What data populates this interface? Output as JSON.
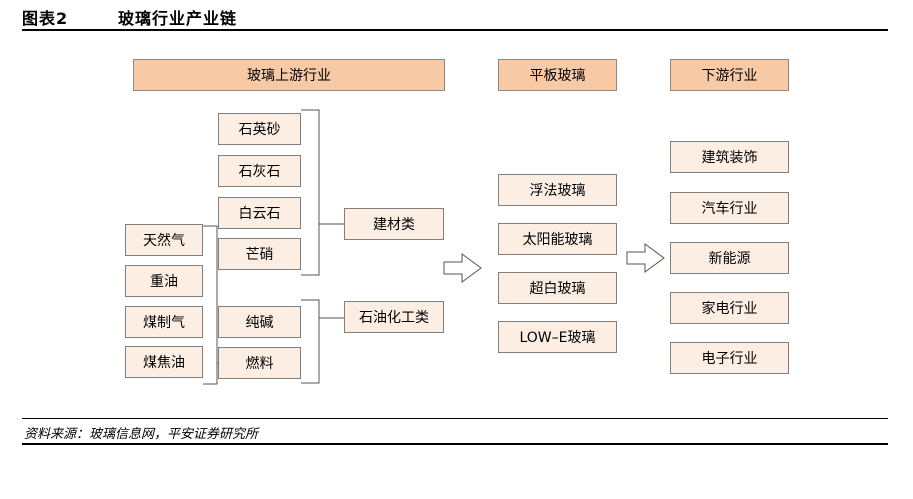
{
  "figure": {
    "label": "图表2",
    "title": "玻璃行业产业链",
    "source": "资料来源：玻璃信息网，平安证券研究所"
  },
  "headers": {
    "upstream": "玻璃上游行业",
    "flat_glass": "平板玻璃",
    "downstream": "下游行业"
  },
  "upstream": {
    "minerals": [
      "石英砂",
      "石灰石",
      "白云石",
      "芒硝"
    ],
    "fuels": [
      "天然气",
      "重油",
      "煤制气",
      "煤焦油"
    ],
    "chem_inputs": [
      "纯碱",
      "燃料"
    ],
    "categories": {
      "building_materials": "建材类",
      "petrochemical": "石油化工类"
    }
  },
  "flat_glass_types": [
    "浮法玻璃",
    "太阳能玻璃",
    "超白玻璃",
    "LOW–E玻璃"
  ],
  "downstream_industries": [
    "建筑装饰",
    "汽车行业",
    "新能源",
    "家电行业",
    "电子行业"
  ]
}
